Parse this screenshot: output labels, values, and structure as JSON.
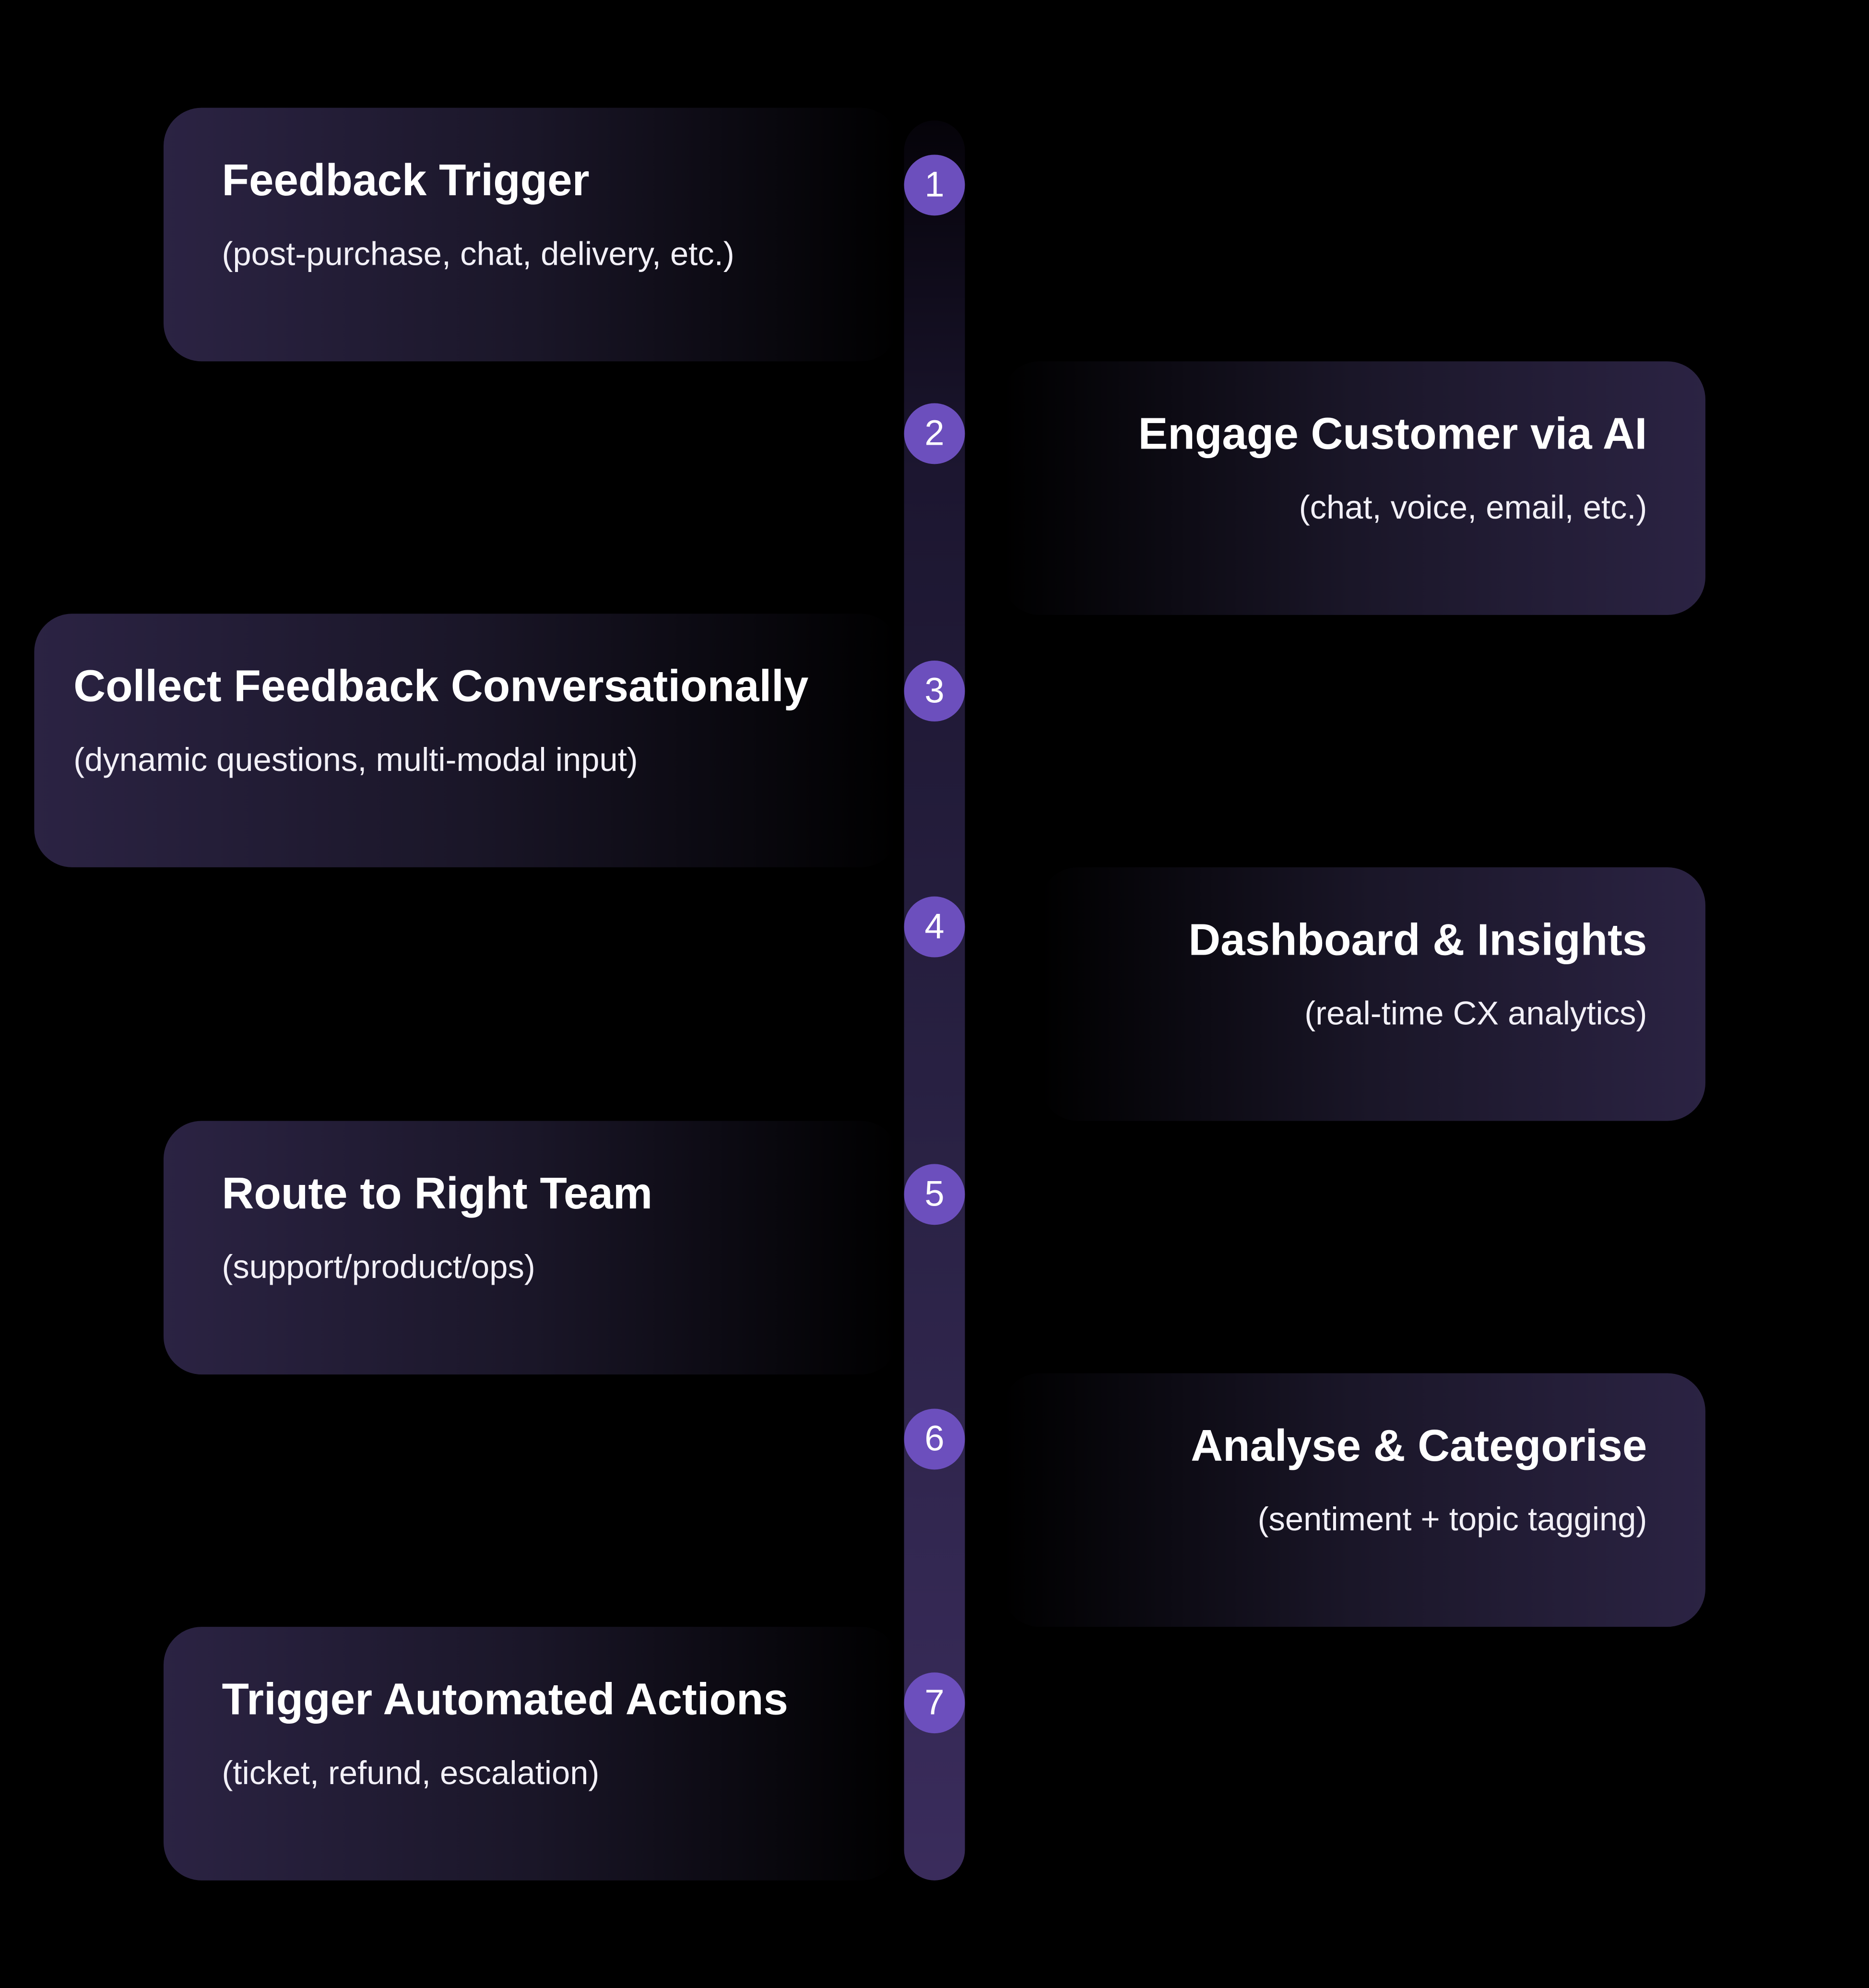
{
  "colors": {
    "accent": "#6c4fbd",
    "card": "#2b2343",
    "background": "#000000"
  },
  "steps": [
    {
      "number": "1",
      "title": "Feedback Trigger",
      "subtitle": "(post-purchase, chat, delivery, etc.)"
    },
    {
      "number": "2",
      "title": "Engage Customer via AI",
      "subtitle": "(chat, voice, email, etc.)"
    },
    {
      "number": "3",
      "title": "Collect Feedback Conversationally",
      "subtitle": "(dynamic questions, multi-modal input)"
    },
    {
      "number": "4",
      "title": "Dashboard & Insights",
      "subtitle": "(real-time CX analytics)"
    },
    {
      "number": "5",
      "title": "Route to Right Team",
      "subtitle": "(support/product/ops)"
    },
    {
      "number": "6",
      "title": "Analyse & Categorise",
      "subtitle": "(sentiment + topic tagging)"
    },
    {
      "number": "7",
      "title": "Trigger Automated Actions",
      "subtitle": "(ticket, refund, escalation)"
    }
  ]
}
